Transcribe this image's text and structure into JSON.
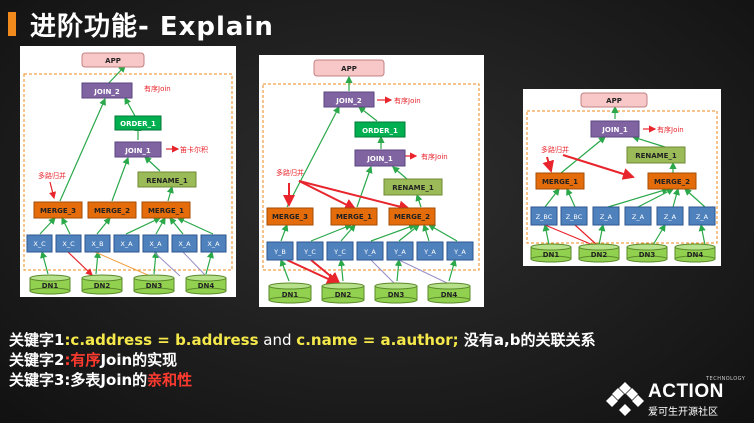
{
  "title": "进阶功能- Explain",
  "colors": {
    "accent": "#f08a1c",
    "highlight_yellow": "#f4e84a",
    "highlight_red": "#ff3b30",
    "app_node": "#f8c8c8",
    "join_node": "#8064a2",
    "order_node": "#00b050",
    "rename_node": "#9bbb59",
    "merge_node": "#e46c0a",
    "scan_node": "#4f81bd",
    "dn_node": "#92d050"
  },
  "diagram1": {
    "app": "APP",
    "join2": "JOIN_2",
    "ordered_join": "有序Join",
    "order1": "ORDER_1",
    "join1": "JOIN_1",
    "cartesian": "笛卡尔积",
    "multi_merge": "多路归并",
    "rename1": "RENAME_1",
    "merges": [
      "MERGE_3",
      "MERGE_2",
      "MERGE_1"
    ],
    "scans": [
      "X_C",
      "X_C",
      "X_B",
      "X_A",
      "X_A",
      "X_A",
      "X_A"
    ],
    "dns": [
      "DN1",
      "DN2",
      "DN3",
      "DN4"
    ]
  },
  "diagram2": {
    "app": "APP",
    "join2": "JOIN_2",
    "ordered_join_a": "有序Join",
    "order1": "ORDER_1",
    "join1": "JOIN_1",
    "ordered_join_b": "有序Join",
    "multi_merge": "多路归并",
    "rename1": "RENAME_1",
    "merges": [
      "MERGE_3",
      "MERGE_1",
      "MERGE_2"
    ],
    "scans": [
      "Y_B",
      "Y_C",
      "Y_C",
      "Y_A",
      "Y_A",
      "Y_A",
      "Y_A"
    ],
    "dns": [
      "DN1",
      "DN2",
      "DN3",
      "DN4"
    ]
  },
  "diagram3": {
    "app": "APP",
    "join1": "JOIN_1",
    "ordered_join": "有序Join",
    "multi_merge": "多路归并",
    "rename1": "RENAME_1",
    "merges": [
      "MERGE_1",
      "MERGE_2"
    ],
    "scans": [
      "Z_BC",
      "Z_BC",
      "Z_A",
      "Z_A",
      "Z_A",
      "Z_A"
    ],
    "dns": [
      "DN1",
      "DN2",
      "DN3",
      "DN4"
    ]
  },
  "caption": {
    "line1_prefix": "关键字1",
    "line1_expr1": ":c.address = b.address",
    "line1_and": " and ",
    "line1_expr2": "c.name = a.author;",
    "line1_suffix": " 没有a,b的关联关系",
    "line2_prefix": "关键字2",
    "line2_colon": ":",
    "line2_red": "有序",
    "line2_suffix": "Join的实现",
    "line3_prefix": "关键字3:多表Join的",
    "line3_red": "亲和性"
  },
  "logo": {
    "main": "ACTION",
    "tech": "TECHNOLOGY",
    "sub": "爱可生开源社区"
  }
}
